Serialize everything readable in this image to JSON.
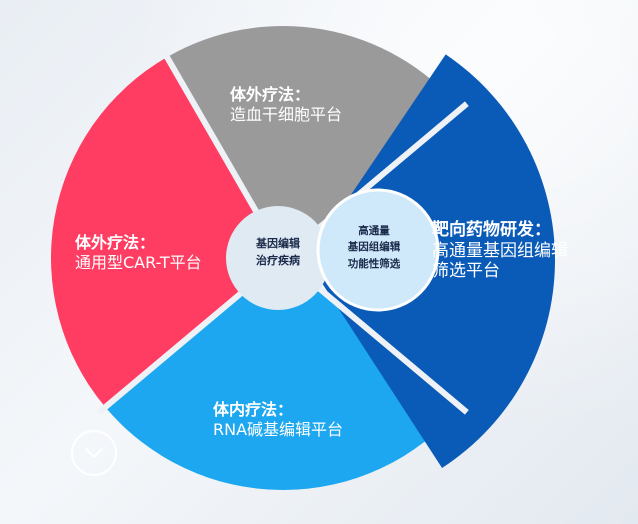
{
  "segments": {
    "top": {
      "title": "体外疗法：",
      "subtitle": "造血干细胞平台",
      "color": "#9a9a9a"
    },
    "left": {
      "title": "体外疗法：",
      "subtitle": "通用型CAR-T平台",
      "color": "#ff3d63"
    },
    "bottom": {
      "title": "体内疗法：",
      "subtitle": "RNA碱基编辑平台",
      "color": "#1da7f0"
    },
    "right": {
      "title": "靶向药物研发：",
      "subtitle_line1": "高通量基因组编辑",
      "subtitle_line2": "筛选平台",
      "color": "#0a5ab8"
    }
  },
  "center": {
    "left_lines": [
      "基因编辑",
      "治疗疾病"
    ],
    "right_lines": [
      "高通量",
      "基因组编辑",
      "功能性筛选"
    ],
    "left_color": "#dfeaf3",
    "right_color": "#cfe9fa"
  },
  "controls": {
    "scroll_down_icon": "chevron-down-icon"
  }
}
